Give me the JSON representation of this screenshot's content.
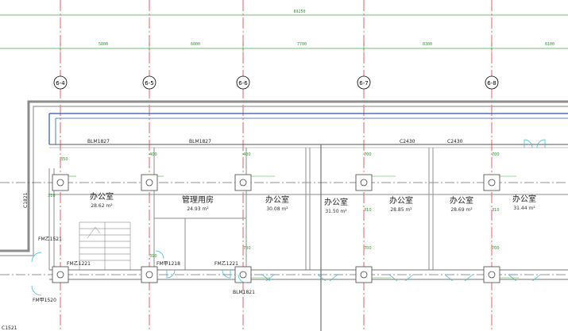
{
  "overall_dimension": "89250",
  "bay_dimensions": [
    "5800",
    "6000",
    "7700",
    "8300",
    "8100"
  ],
  "axes": [
    "6-4",
    "6-5",
    "6-6",
    "6-7",
    "6-8"
  ],
  "rooms": [
    {
      "name": "办公室",
      "area": "28.62 m²"
    },
    {
      "name": "管理用房",
      "area": "24.93 m²"
    },
    {
      "name": "办公室",
      "area": "30.08 m²"
    },
    {
      "name": "办公室",
      "area": "31.50 m²"
    },
    {
      "name": "办公室",
      "area": "28.85 m²"
    },
    {
      "name": "办公室",
      "area": "28.69 m²"
    },
    {
      "name": "办公室",
      "area": "31.44 m²"
    }
  ],
  "window_labels": [
    "BLM1827",
    "BLM1827",
    "C2430",
    "C2430"
  ],
  "door_labels": {
    "fm1": "FM乙1521",
    "fm2": "FM乙1221",
    "fm3": "FM甲1218",
    "fm4": "FM乙1221",
    "fm5": "FM甲1520",
    "blm": "BLM1821",
    "c1": "C1821",
    "bottom": "C1521"
  },
  "small_dims": [
    "350",
    "400",
    "400",
    "700",
    "700",
    "700",
    "700",
    "700",
    "310",
    "310",
    "310",
    "310"
  ],
  "colors": {
    "axis_red": "#e02020",
    "dim_green": "#44aa44",
    "wall_gray": "#8c8c8c",
    "blue_line": "#3355aa",
    "cyan_door": "#30b8c8"
  }
}
